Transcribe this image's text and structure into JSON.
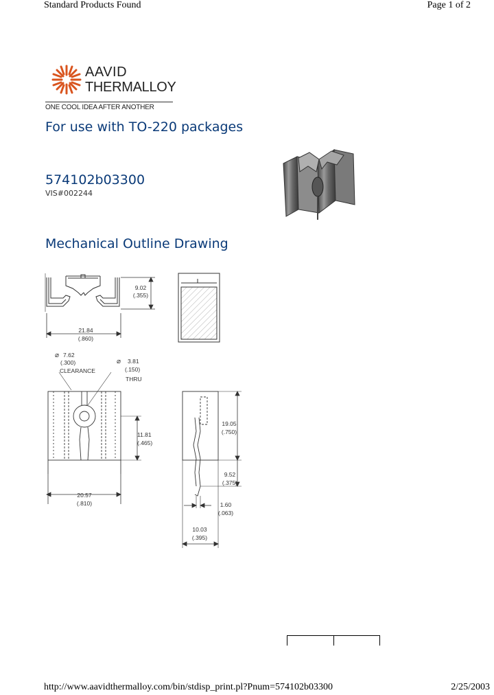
{
  "header": {
    "left": "Standard Products Found",
    "right": "Page 1 of 2"
  },
  "logo": {
    "line1": "AAVID",
    "line2": "THERMALLOY",
    "tagline": "ONE COOL IDEA AFTER ANOTHER",
    "accent": "#d9541e"
  },
  "subtitle": "For use with TO-220 packages",
  "part_number": "574102b03300",
  "vis": "VIS#002244",
  "section_title": "Mechanical Outline Drawing",
  "dims": {
    "height_mm": "9.02",
    "height_in": "(.355)",
    "width_mm": "21.84",
    "width_in": "(.860)",
    "clear_mm": "7.62",
    "clear_in": "(.300)",
    "clear_label": "CLEARANCE",
    "hole_mm": "3.81",
    "hole_in": "(.150)",
    "hole_label": "THRU",
    "hole_h_mm": "11.81",
    "hole_h_in": "(.465)",
    "base_w_mm": "20.57",
    "base_w_in": "(.810)",
    "side_h_mm": "19.05",
    "side_h_in": "(.750)",
    "pin_mm": "9.52",
    "pin_in": "(.375)",
    "thk_mm": "1.60",
    "thk_in": "(.063)",
    "depth_mm": "10.03",
    "depth_in": "(.395)"
  },
  "footer": {
    "url": "http://www.aavidthermalloy.com/bin/stdisp_print.pl?Pnum=574102b03300",
    "date": "2/25/2003"
  },
  "colors": {
    "title_blue": "#0a3a78",
    "logo_orange": "#d9541e"
  }
}
